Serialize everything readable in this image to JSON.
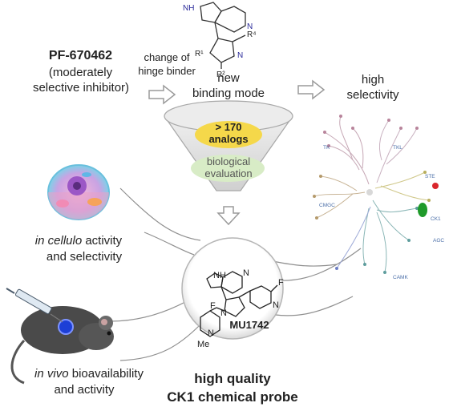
{
  "top": {
    "compound_name": "PF-670462",
    "compound_desc_1": "(moderately",
    "compound_desc_2": "selective inhibitor)",
    "step1_1": "change of",
    "step1_2": "hinge binder",
    "step2_1": "new",
    "step2_2": "binding mode",
    "step3_1": "high",
    "step3_2": "selectivity"
  },
  "funnel": {
    "analogs_1": "> 170",
    "analogs_2": "analogs",
    "eval_1": "biological",
    "eval_2": "evaluation"
  },
  "left": {
    "cellulo_italic": "in cellulo",
    "cellulo_rest": " activity",
    "cellulo_2": "and selectivity",
    "vivo_italic": "in vivo",
    "vivo_rest": " bioavailability",
    "vivo_2": "and activity"
  },
  "probe": {
    "name": "MU1742",
    "quality_1": "high quality",
    "quality_2": "CK1 chemical probe"
  },
  "kinome": {
    "labels": [
      "TK",
      "TKL",
      "STE",
      "CMGC",
      "CK1",
      "AGC",
      "CAMK"
    ]
  },
  "chem": {
    "nh": "NH",
    "n": "N",
    "f": "F",
    "me": "Me",
    "r1": "R¹",
    "r2": "R²",
    "r4": "R⁴"
  },
  "colors": {
    "arrow": "#9a9a9a",
    "funnel": "#bfbfbf",
    "analogs_fill": "#f5d84a",
    "eval_fill": "#d8ecc6",
    "ck1_green": "#1f9a2a",
    "ste_red": "#d9262c"
  }
}
